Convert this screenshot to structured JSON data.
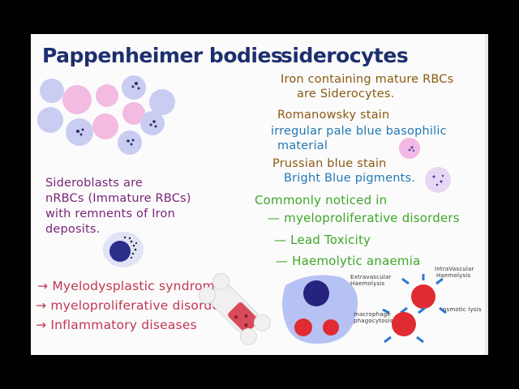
{
  "titles": {
    "left": "Pappenheimer bodies",
    "right": "siderocytes"
  },
  "siderocytes": {
    "line1": "Iron containing mature RBCs",
    "line2": "are Siderocytes.",
    "stain1": "Romanowsky stain",
    "stain1_desc1": "irregular pale blue basophilic",
    "stain1_desc2": "material",
    "stain2": "Prussian blue stain",
    "stain2_desc": "Bright Blue pigments.",
    "noticed": "Commonly noticed in",
    "conditions": [
      "— myeloproliferative disorders",
      "— Lead Toxicity",
      "— Haemolytic anaemia"
    ]
  },
  "sideroblasts": {
    "line1": "Sideroblasts are",
    "line2": "nRBCs (Immature RBCs)",
    "line3": "with remnents of Iron",
    "line4": "deposits."
  },
  "causes": [
    "→ Myelodysplastic syndrome",
    "→ myeloproliferative disorders",
    "→ Inflammatory diseases"
  ],
  "hemolysis_labels": {
    "extravascular": [
      "Extravascular",
      "Haemolysis"
    ],
    "intravascular": [
      "IntraVascular",
      "Haemolysis"
    ],
    "macrophage": [
      "macrophage",
      "phagocytosis"
    ],
    "osmotic": "osmotic lysis"
  },
  "colors": {
    "title": "#1e2f6e",
    "brown": "#8a5a12",
    "blue": "#2378b4",
    "green": "#3fa62a",
    "purple": "#7a2577",
    "red": "#c23752"
  }
}
